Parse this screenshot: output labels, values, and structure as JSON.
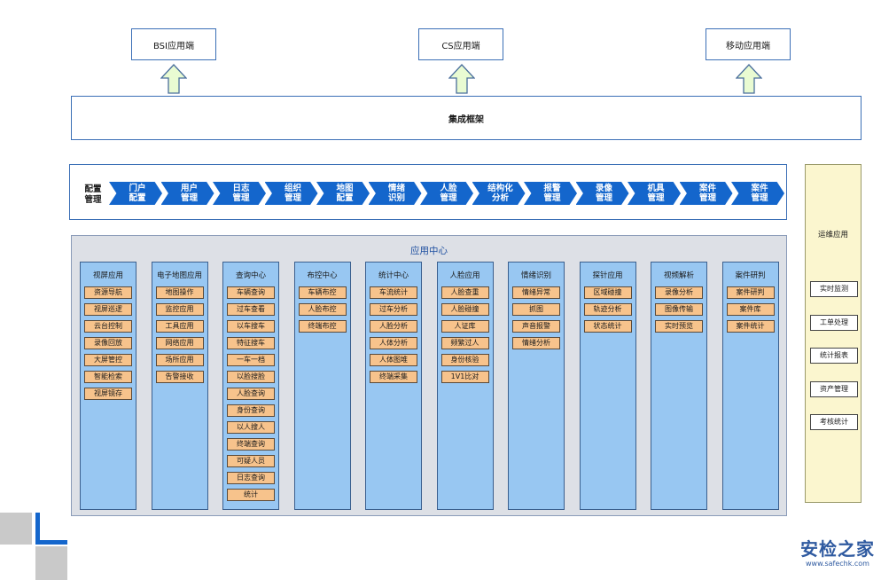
{
  "clients": [
    {
      "label": "BSI应用端"
    },
    {
      "label": "CS应用端"
    },
    {
      "label": "移动应用端"
    }
  ],
  "framework": {
    "label": "集成框架"
  },
  "config": {
    "label": "配置管理",
    "chevrons": [
      {
        "line1": "门户",
        "line2": "配置"
      },
      {
        "line1": "用户",
        "line2": "管理"
      },
      {
        "line1": "日志",
        "line2": "管理"
      },
      {
        "line1": "组织",
        "line2": "管理"
      },
      {
        "line1": "地图",
        "line2": "配置"
      },
      {
        "line1": "情绪",
        "line2": "识别"
      },
      {
        "line1": "人脸",
        "line2": "管理"
      },
      {
        "line1": "结构化",
        "line2": "分析"
      },
      {
        "line1": "报警",
        "line2": "管理"
      },
      {
        "line1": "录像",
        "line2": "管理"
      },
      {
        "line1": "机具",
        "line2": "管理"
      },
      {
        "line1": "案件",
        "line2": "管理"
      },
      {
        "line1": "案件",
        "line2": "管理"
      }
    ]
  },
  "app_center": {
    "title": "应用中心",
    "columns": [
      {
        "title": "视屏应用",
        "items": [
          "资源导航",
          "视屏巡逻",
          "云台控制",
          "录像回放",
          "大屏管控",
          "智能检索",
          "视屏镜存"
        ]
      },
      {
        "title": "电子地图应用",
        "items": [
          "地图操作",
          "监控应用",
          "工具应用",
          "网络应用",
          "场所应用",
          "告警接收"
        ]
      },
      {
        "title": "查询中心",
        "items": [
          "车辆查询",
          "过车查看",
          "以车搜车",
          "特征搜车",
          "一车一档",
          "以脸搜脸",
          "人脸查询",
          "身份查询",
          "以人搜人",
          "终端查询",
          "可疑人员",
          "日志查询",
          "统计"
        ]
      },
      {
        "title": "布控中心",
        "items": [
          "车辆布控",
          "人脸布控",
          "终端布控"
        ]
      },
      {
        "title": "统计中心",
        "items": [
          "车流统计",
          "过车分析",
          "人脸分析",
          "人体分析",
          "人体图堆",
          "终端采集"
        ]
      },
      {
        "title": "人脸应用",
        "items": [
          "人脸查重",
          "人脸碰撞",
          "人证库",
          "频繁过人",
          "身份核验",
          "1V1比对"
        ]
      },
      {
        "title": "情绪识别",
        "items": [
          "情绪异常",
          "抓图",
          "声音报警",
          "情绪分析"
        ]
      },
      {
        "title": "探针应用",
        "items": [
          "区域碰撞",
          "轨迹分析",
          "状态统计"
        ]
      },
      {
        "title": "视频解析",
        "items": [
          "录像分析",
          "图像传输",
          "实时预览"
        ]
      },
      {
        "title": "案件研判",
        "items": [
          "案件研判",
          "案件库",
          "案件统计"
        ]
      }
    ]
  },
  "ops": {
    "title": "运维应用",
    "items": [
      "实时监测",
      "工单处理",
      "统计报表",
      "资产管理",
      "考核统计"
    ]
  },
  "watermark": {
    "logo": "安检之家",
    "url": "www.safechk.com"
  },
  "colors": {
    "chevron": "#1466cc",
    "column": "#98c7f2",
    "item": "#f7c38c",
    "ops_panel": "#fbf6cf",
    "arrow": "#e9fbd2"
  }
}
